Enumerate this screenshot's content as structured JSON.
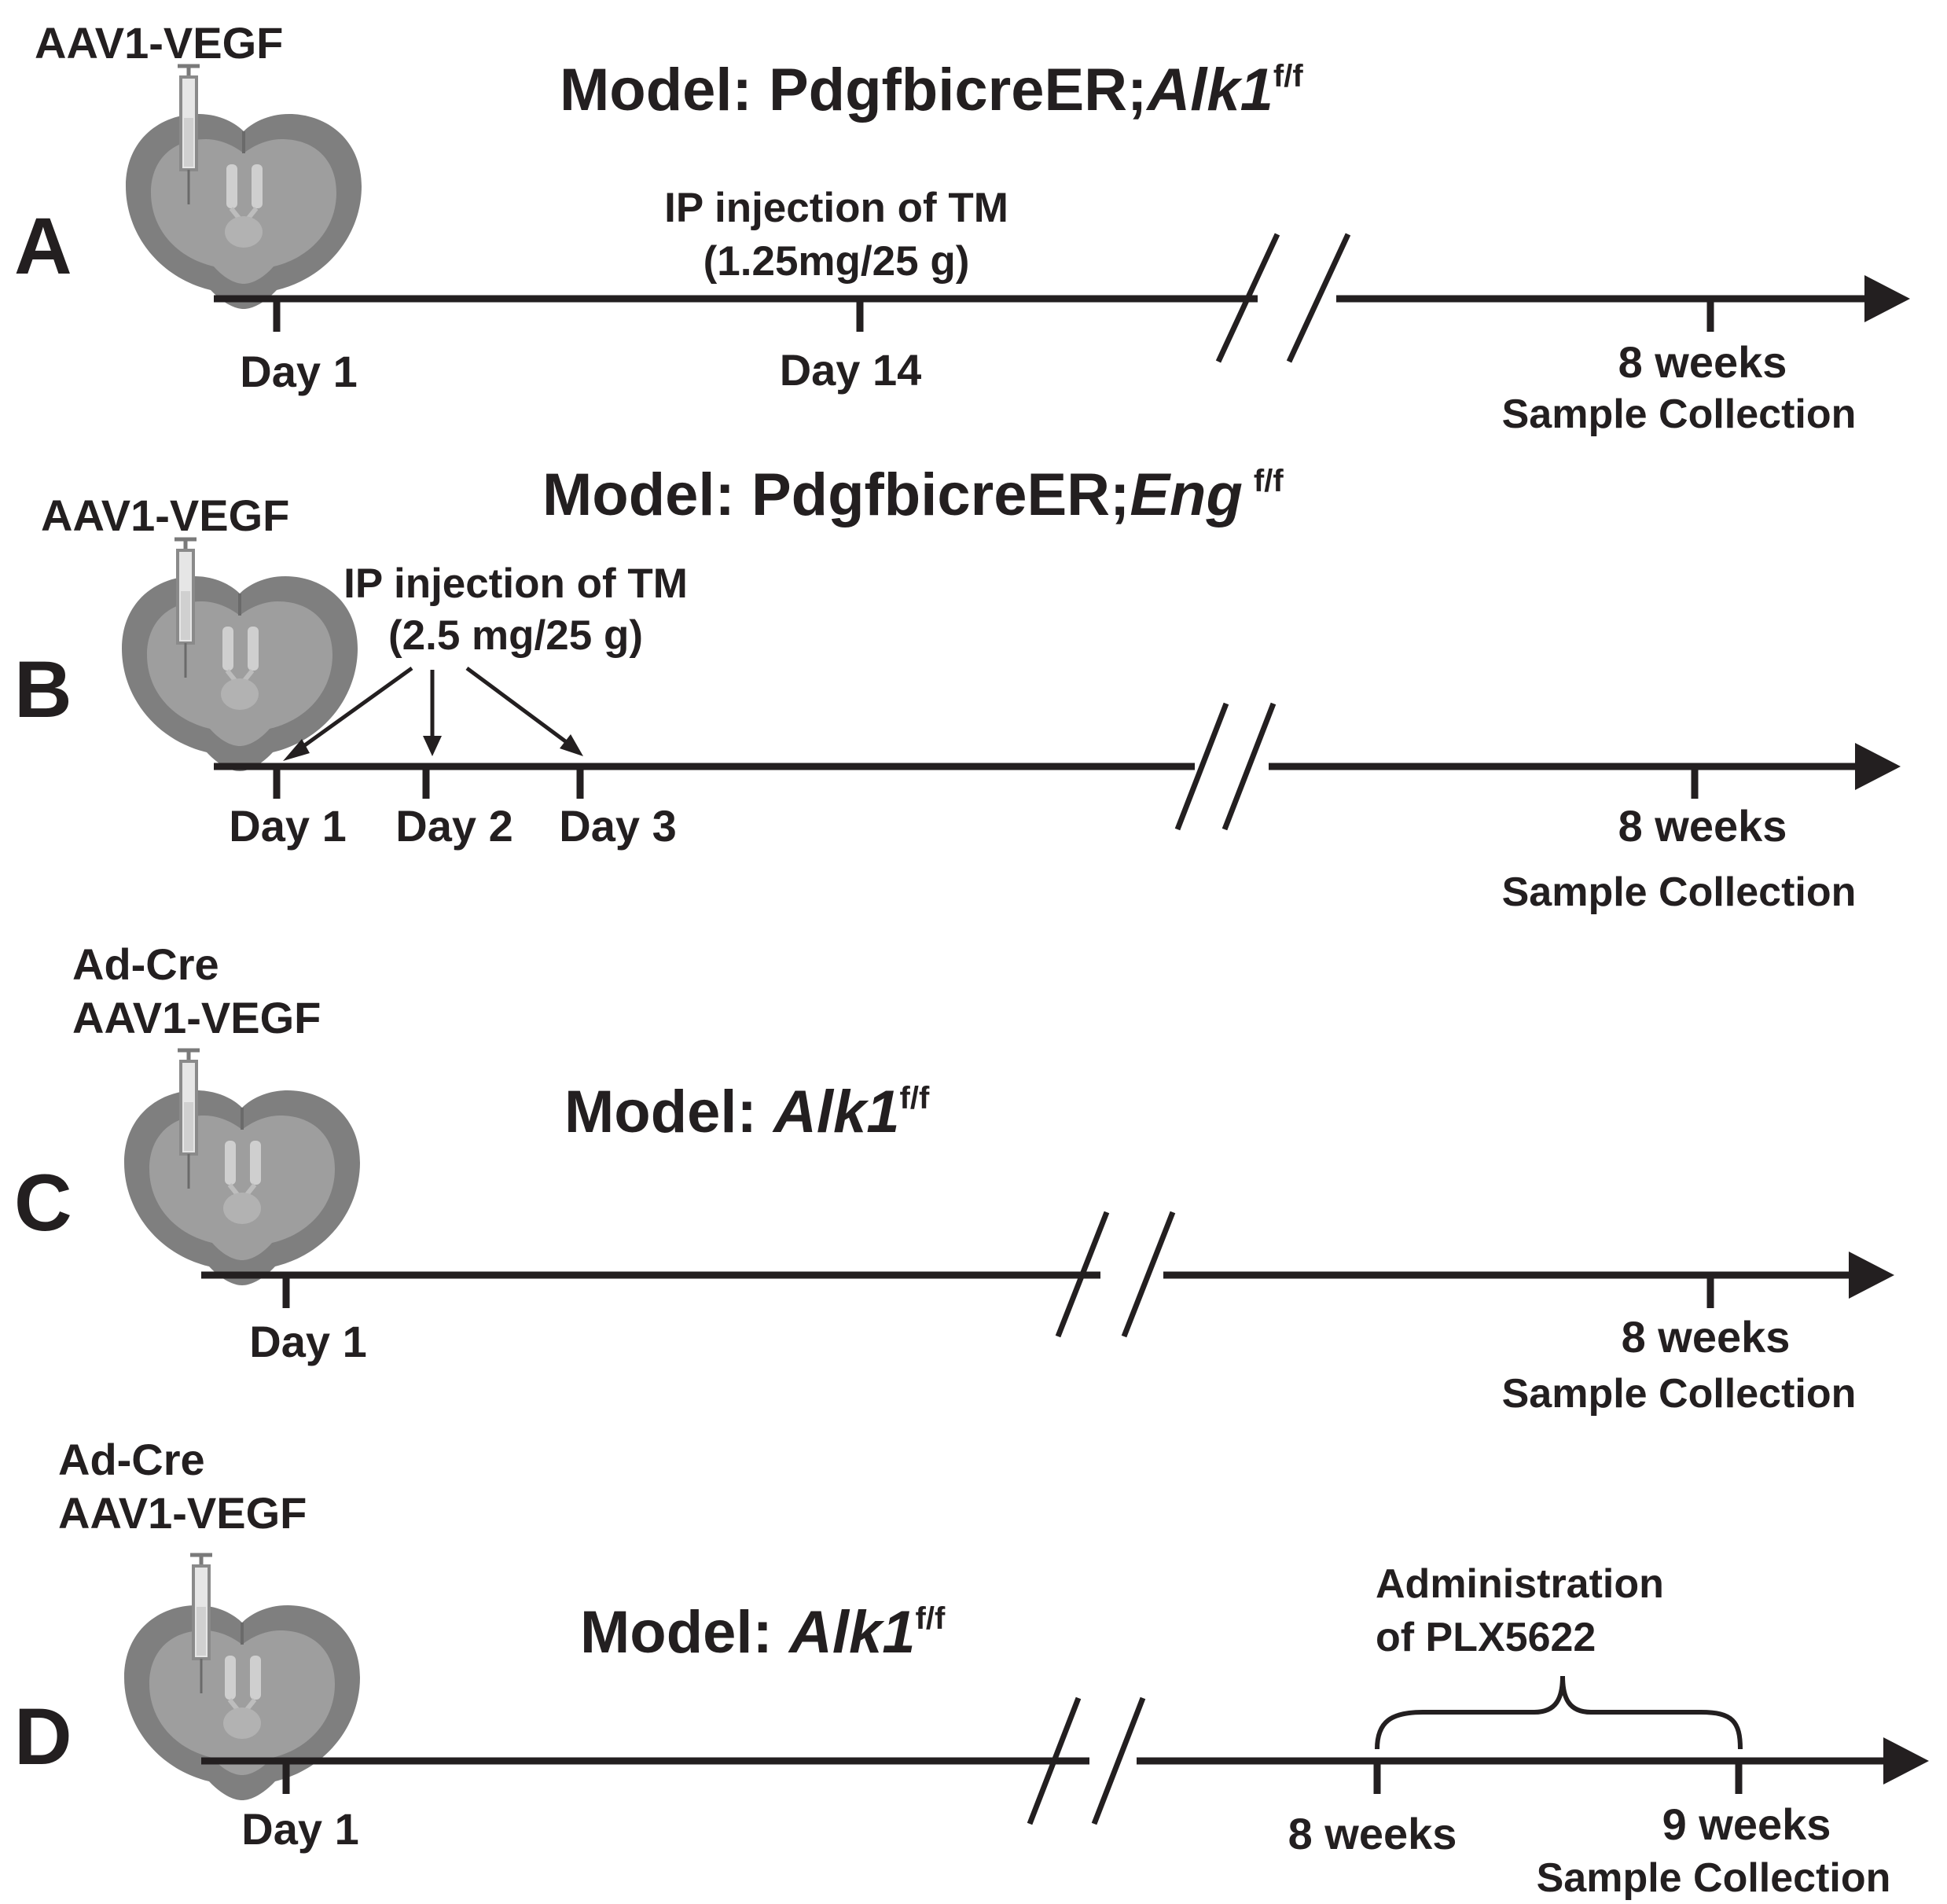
{
  "colors": {
    "ink": "#231f20",
    "brain_outer": "#7f7f7f",
    "brain_inner": "#9e9e9e",
    "brain_highlight": "#c6c6c6",
    "background": "#ffffff"
  },
  "icons": {
    "brain": "mouse-brain-coronal-section",
    "syringe": "syringe"
  },
  "panels": {
    "a": {
      "letter": "A",
      "title_prefix": "Model: PdgfbicreER;",
      "gene": "Alk1",
      "sup": "f/f",
      "injection": "AAV1-VEGF",
      "tm_label_1": "IP injection of TM",
      "tm_label_2": "(1.25mg/25 g)",
      "ticks": [
        "Day 1",
        "Day 14"
      ],
      "end_tick": "8 weeks",
      "end_note": "Sample Collection"
    },
    "b": {
      "letter": "B",
      "title_prefix": "Model: PdgfbicreER;",
      "gene": "Eng",
      "sup": "f/f",
      "injection": "AAV1-VEGF",
      "tm_label_1": "IP injection of TM",
      "tm_label_2": "(2.5 mg/25 g)",
      "ticks": [
        "Day 1",
        "Day 2",
        "Day 3"
      ],
      "end_tick": "8 weeks",
      "end_note": "Sample Collection"
    },
    "c": {
      "letter": "C",
      "title_prefix": "Model: ",
      "gene": "Alk1",
      "sup": "f/f",
      "injection_1": "Ad-Cre",
      "injection_2": "AAV1-VEGF",
      "ticks": [
        "Day 1"
      ],
      "end_tick": "8 weeks",
      "end_note": "Sample Collection"
    },
    "d": {
      "letter": "D",
      "title_prefix": "Model: ",
      "gene": "Alk1",
      "sup": "f/f",
      "injection_1": "Ad-Cre",
      "injection_2": "AAV1-VEGF",
      "ticks": [
        "Day 1",
        "8 weeks",
        "9 weeks"
      ],
      "admin_1": "Administration",
      "admin_2": "of PLX5622",
      "end_note": "Sample Collection"
    }
  }
}
